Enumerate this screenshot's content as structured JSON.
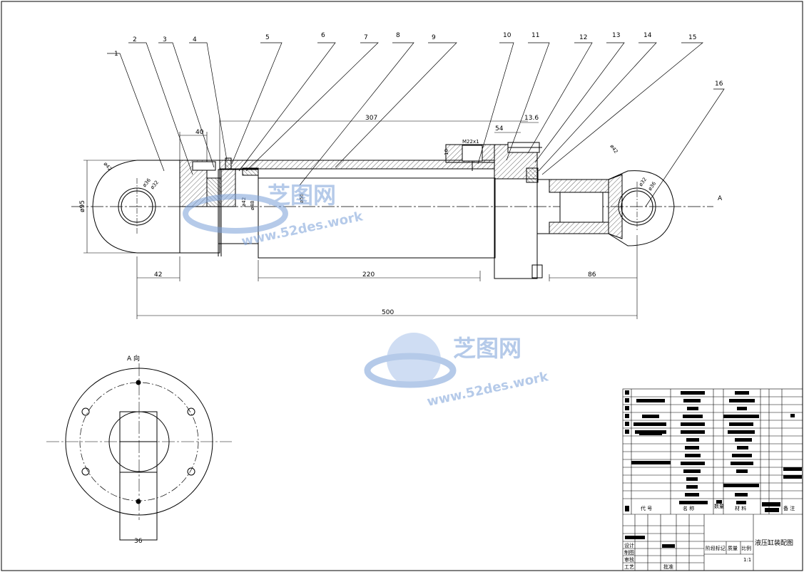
{
  "drawing": {
    "title_block_name": "液压缸装配图",
    "part_numbers": [
      "1",
      "2",
      "3",
      "4",
      "5",
      "6",
      "7",
      "8",
      "9",
      "10",
      "11",
      "12",
      "13",
      "14",
      "15",
      "16"
    ],
    "dims": {
      "d40": "40",
      "d307": "307",
      "d54": "54",
      "d13_6": "13.6",
      "m22": "M22x1",
      "d10": "10",
      "phi42_left": "ø42",
      "phi36_left": "ø36",
      "phi32_left": "ø32",
      "phi95": "ø95",
      "phi42_mid": "ø42",
      "phi48": "ø48",
      "phi56": "ø56",
      "phi42_right": "ø42",
      "phi32_right": "ø32",
      "phi36_right": "ø36",
      "d42": "42",
      "d220": "220",
      "d86": "86",
      "d500": "500",
      "d36": "36",
      "view_a_label": "A",
      "view_a_title": "A 向"
    },
    "table_headers": {
      "code": "代 号",
      "name": "名 称",
      "qty": "数量",
      "material": "材 料",
      "remark": "备 注"
    },
    "title_block": {
      "stage": "阶段标记",
      "weight": "质量",
      "scale": "比例",
      "scale_val": "1:1",
      "design": "设计",
      "draw": "制图",
      "check": "审核",
      "craft": "工艺",
      "approve": "批准"
    },
    "watermark": {
      "brand": "芝图网",
      "url": "www.52des.work"
    }
  }
}
